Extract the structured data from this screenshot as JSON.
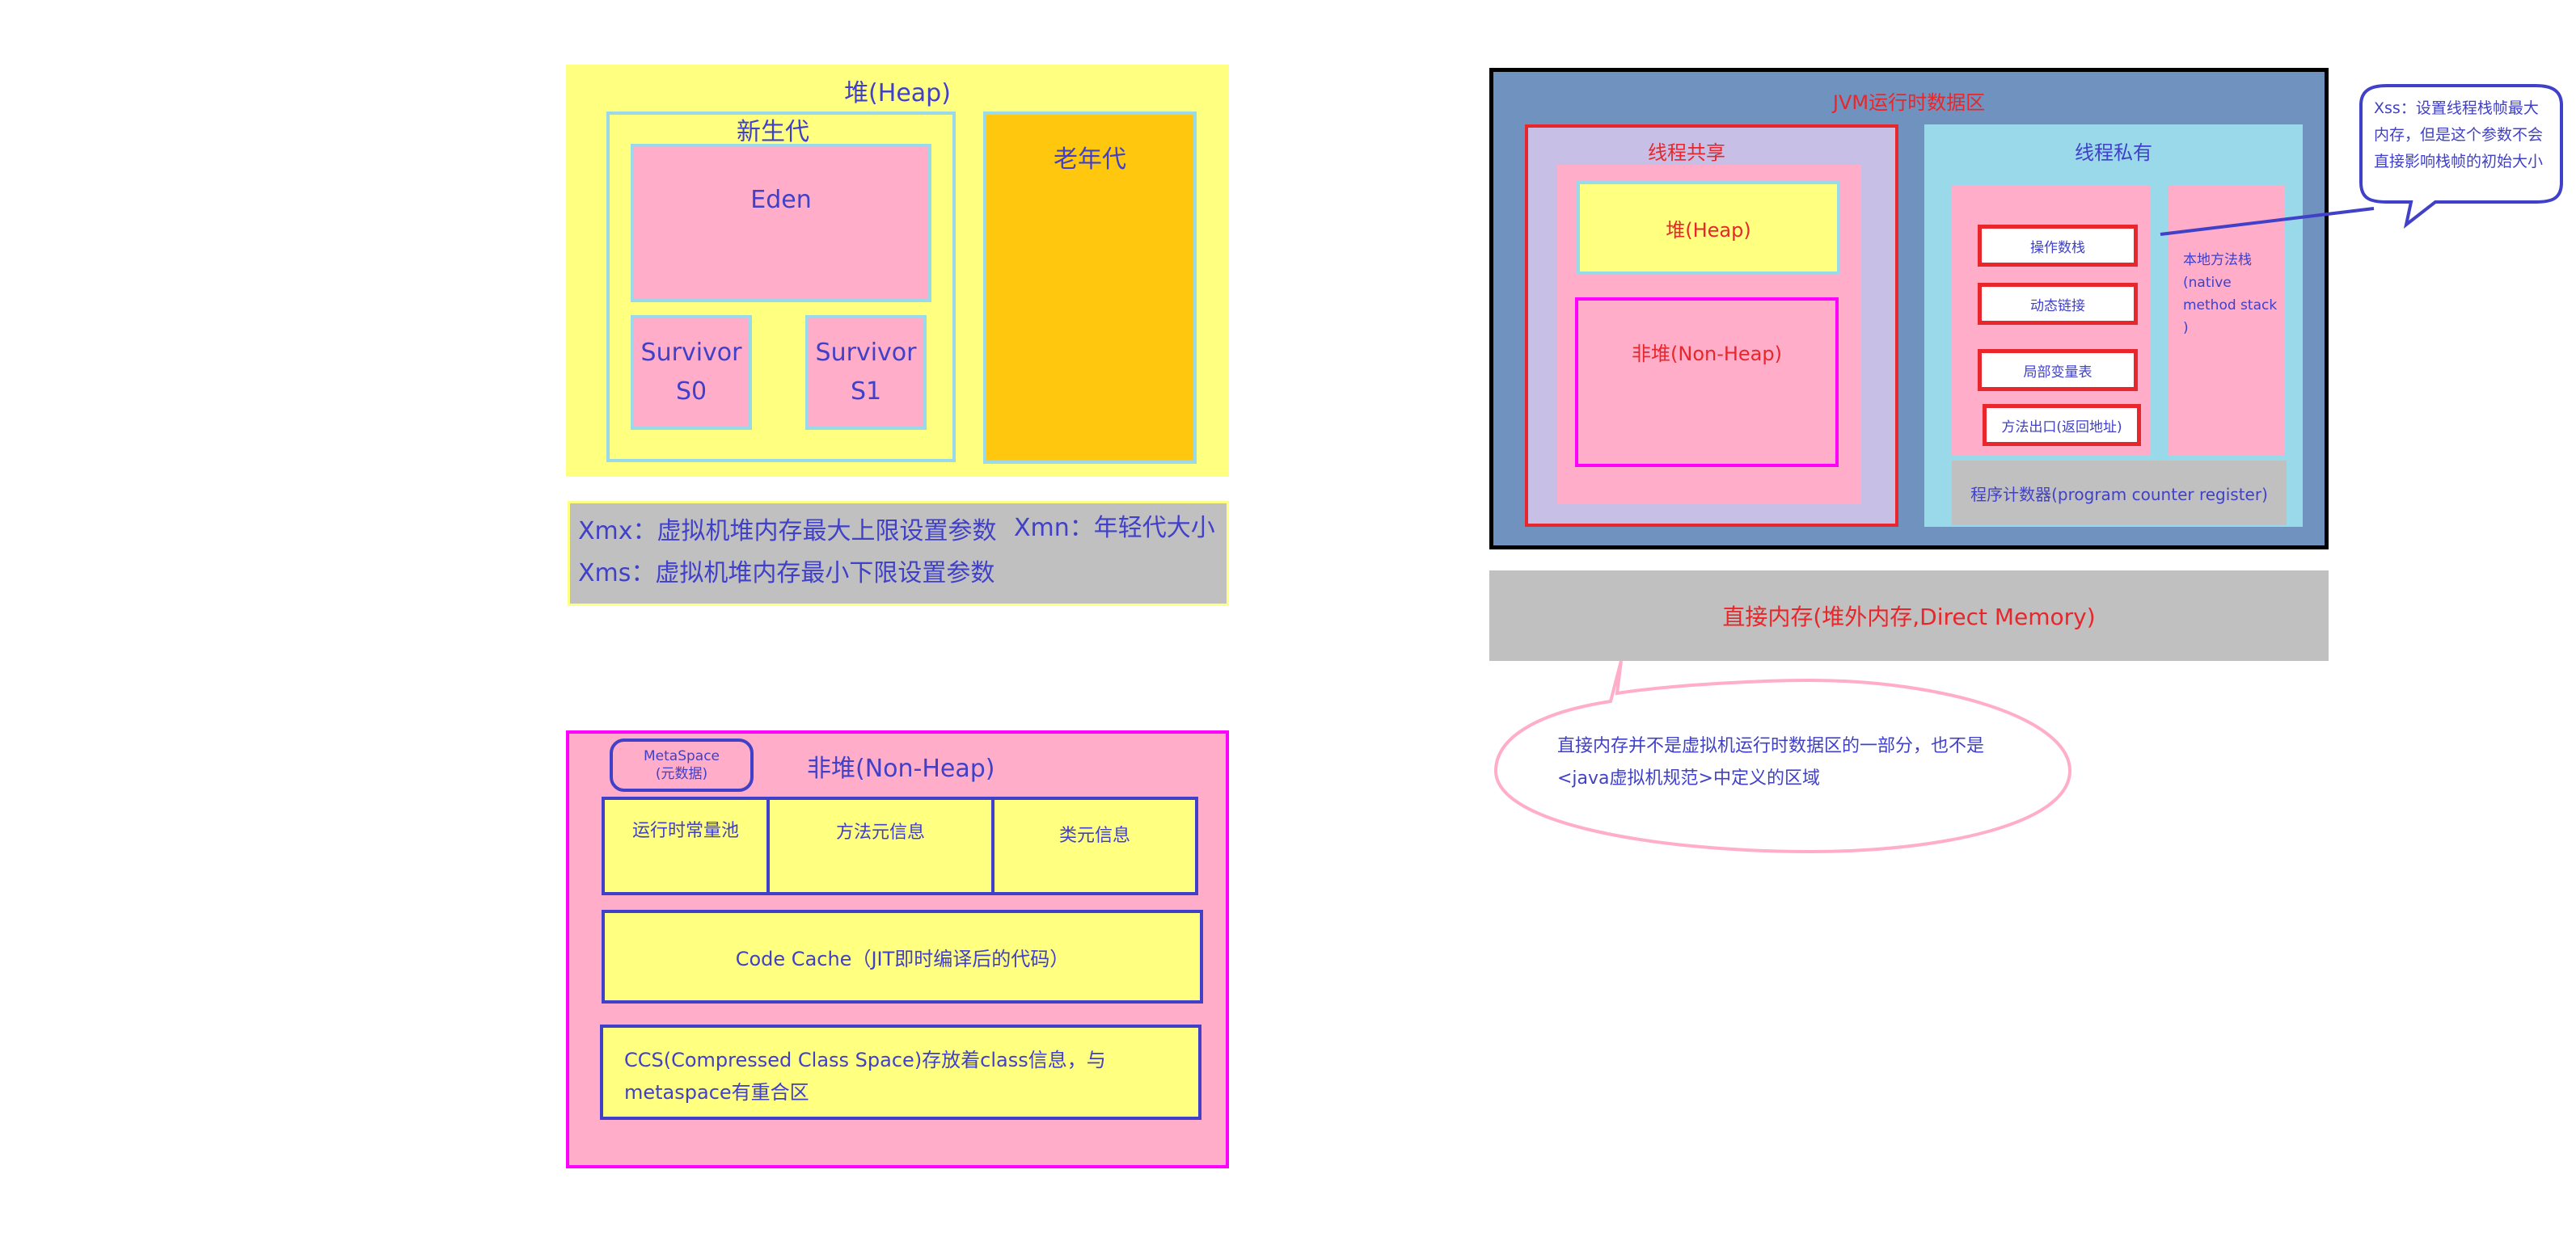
{
  "heap": {
    "title": "堆(Heap)",
    "young_gen": "新生代",
    "eden": "Eden",
    "survivor0": "Survivor S0",
    "survivor1": "Survivor S1",
    "old_gen": "老年代"
  },
  "params": {
    "xmx": "Xmx：虚拟机堆内存最大上限设置参数",
    "xmn": "Xmn：年轻代大小",
    "xms": "Xms：虚拟机堆内存最小下限设置参数"
  },
  "nonheap": {
    "metaspace": "MetaSpace\n(元数据)",
    "title": "非堆(Non-Heap)",
    "runtime_pool": "运行时常量池",
    "method_meta": "方法元信息",
    "class_meta": "类元信息",
    "code_cache": "Code Cache（JIT即时编译后的代码）",
    "ccs": "CCS(Compressed Class Space)存放着class信息，与metaspace有重合区"
  },
  "jvm": {
    "title": "JVM运行时数据区",
    "shared_title": "线程共享",
    "shared_heap": "堆(Heap)",
    "shared_nonheap": "非堆(Non-Heap)",
    "private_title": "线程私有",
    "operand_stack": "操作数栈",
    "dynamic_link": "动态链接",
    "local_vars": "局部变量表",
    "method_exit": "方法出口(返回地址)",
    "native_stack": "本地方法栈\n(native method stack )",
    "pc_register": "程序计数器(program counter register)"
  },
  "direct_memory": {
    "label": "直接内存(堆外内存,Direct Memory)",
    "callout": "直接内存并不是虚拟机运行时数据区的一部分，也不是<java虚拟机规范>中定义的区域"
  },
  "xss_callout": "Xss：设置线程栈帧最大内存，但是这个参数不会直接影响栈帧的初始大小",
  "colors": {
    "yellow": "#ffff80",
    "pink": "#ffadc8",
    "orange": "#ffc80e",
    "gray": "#c0c0c0",
    "light_blue": "#99d9ea",
    "steel_blue": "#7092be",
    "lavender": "#c8bfe7",
    "text_blue": "#4040c8",
    "text_red": "#e8262b",
    "magenta": "#ff00ff"
  }
}
